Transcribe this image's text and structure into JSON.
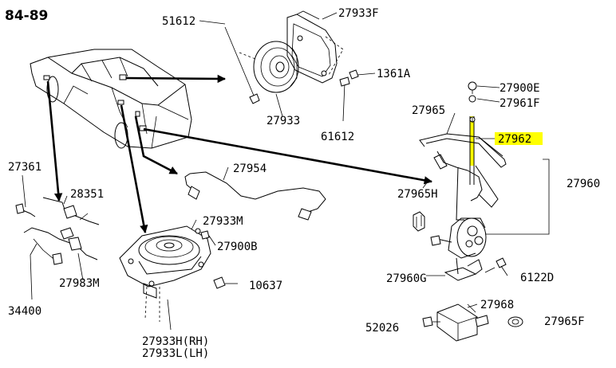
{
  "title": "84-89",
  "highlight_color": "#ffff00",
  "parts": {
    "p51612": "51612",
    "p27933F": "27933F",
    "p1361A": "1361A",
    "p27933": "27933",
    "p61612": "61612",
    "p27900E": "27900E",
    "p27961F": "27961F",
    "p27965": "27965",
    "p27962": "27962",
    "p27361": "27361",
    "p27954": "27954",
    "p28351": "28351",
    "p27960": "27960",
    "p27965H": "27965H",
    "p27933M": "27933M",
    "p27900B": "27900B",
    "p27983M": "27983M",
    "p10637": "10637",
    "p34400": "34400",
    "p27960G": "27960G",
    "p6122D": "6122D",
    "p27968": "27968",
    "p52026": "52026",
    "p27965F": "27965F",
    "p27933H": "27933H(RH)",
    "p27933L": "27933L(LH)"
  }
}
